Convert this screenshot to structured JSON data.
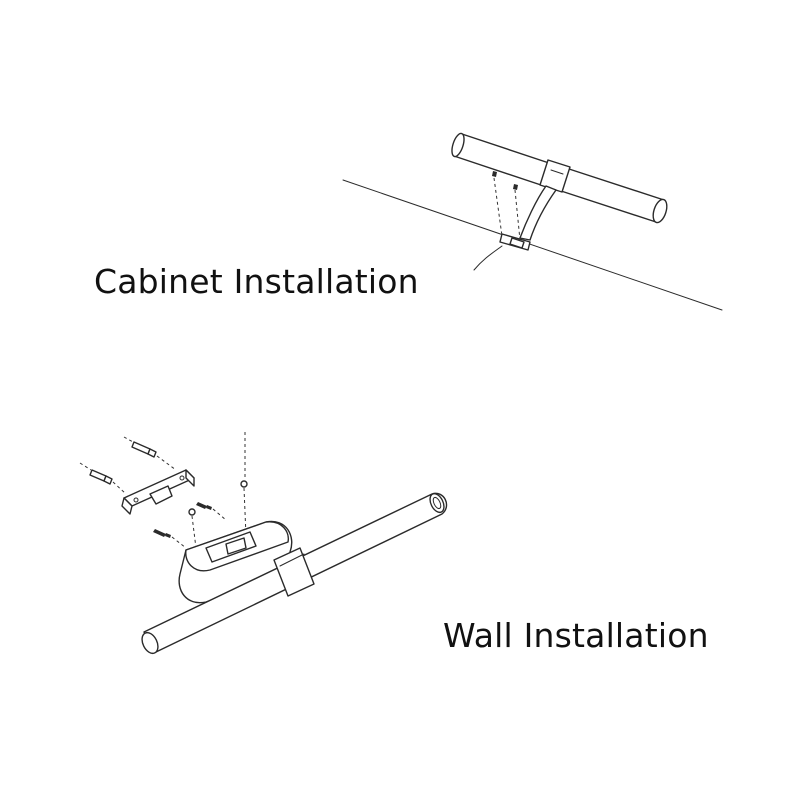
{
  "labels": {
    "cabinet": "Cabinet Installation",
    "wall": "Wall Installation"
  },
  "illustrations": [
    {
      "name": "cabinet-installation-drawing",
      "icon": "mirror-light-cabinet-mount"
    },
    {
      "name": "wall-installation-drawing",
      "icon": "mirror-light-wall-mount"
    }
  ],
  "colors": {
    "line": "#2b2b2b",
    "background": "#ffffff",
    "text": "#111111"
  }
}
